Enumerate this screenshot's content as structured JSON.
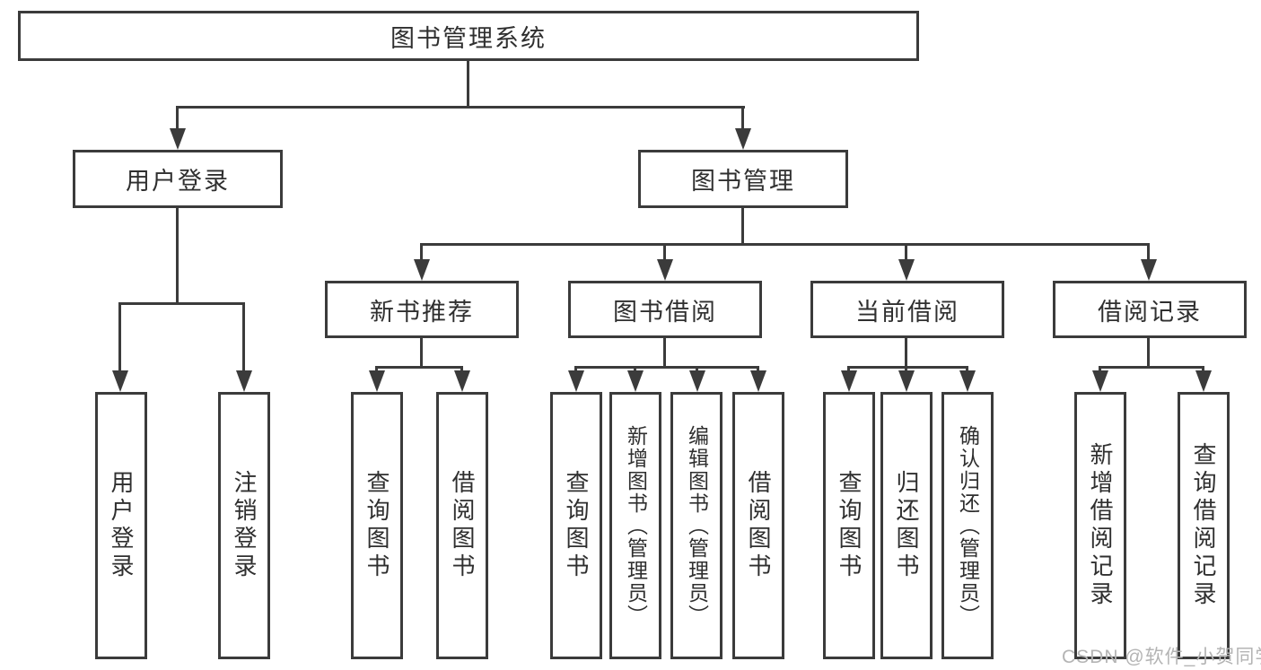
{
  "diagram": {
    "root": {
      "label": "图书管理系统"
    },
    "level2": [
      {
        "label": "用户登录"
      },
      {
        "label": "图书管理"
      }
    ],
    "level3": [
      {
        "label": "新书推荐"
      },
      {
        "label": "图书借阅"
      },
      {
        "label": "当前借阅"
      },
      {
        "label": "借阅记录"
      }
    ],
    "leaves": {
      "user_login": [
        {
          "label": "用户登录"
        },
        {
          "label": "注销登录"
        }
      ],
      "new_book": [
        {
          "label": "查询图书"
        },
        {
          "label": "借阅图书"
        }
      ],
      "book_borrow": [
        {
          "label": "查询图书"
        },
        {
          "label": "新增图书（管理员）"
        },
        {
          "label": "编辑图书（管理员）"
        },
        {
          "label": "借阅图书"
        }
      ],
      "current_borrow": [
        {
          "label": "查询图书"
        },
        {
          "label": "归还图书"
        },
        {
          "label": "确认归还（管理员）"
        }
      ],
      "borrow_records": [
        {
          "label": "新增借阅记录"
        },
        {
          "label": "查询借阅记录"
        }
      ]
    }
  },
  "watermark": {
    "text": "CSDN @软件_小贺同学"
  },
  "colors": {
    "line": "#3b3b3b",
    "text": "#2f2f2f",
    "watermark": "#b4b4b4",
    "background": "#ffffff"
  }
}
